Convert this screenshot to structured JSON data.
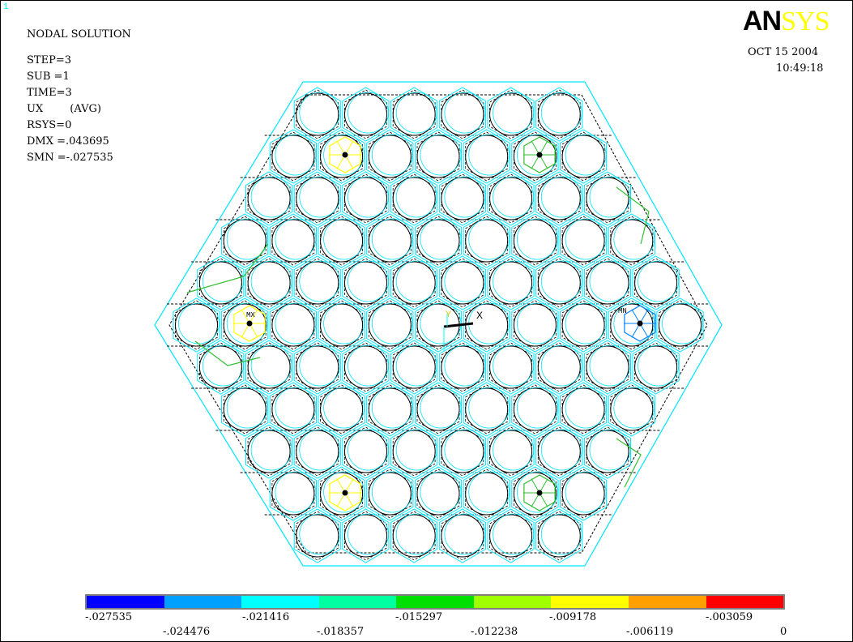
{
  "window_number": "1",
  "logo": {
    "part1": "AN",
    "part2": "SYS"
  },
  "header": {
    "title": "NODAL SOLUTION",
    "lines": [
      "STEP=3",
      "SUB =1",
      "TIME=3",
      "UX        (AVG)",
      "RSYS=0",
      "DMX =.043695",
      "SMN =-.027535"
    ]
  },
  "date": "OCT 15 2004",
  "time": "10:49:18",
  "axis_triad": {
    "x_label": "X",
    "y_label": "Y"
  },
  "markers": {
    "mx": "MX",
    "mn": "MN"
  },
  "colors": {
    "mesh_primary": "#00e5ff",
    "mesh_dashed": "#000000",
    "mesh_green": "#30c030",
    "mesh_yellow": "#ffff00",
    "mesh_blue": "#0080ff"
  },
  "legend": {
    "colors": [
      "#0000ff",
      "#00a0ff",
      "#00ffff",
      "#00ffa0",
      "#00e000",
      "#a0ff00",
      "#ffff00",
      "#ffa000",
      "#ff0000"
    ],
    "upper_labels": [
      "-.027535",
      "-.021416",
      "-.015297",
      "-.009178",
      "-.003059"
    ],
    "lower_labels": [
      "-.024476",
      "-.018357",
      "-.012238",
      "-.006119",
      "0"
    ]
  }
}
